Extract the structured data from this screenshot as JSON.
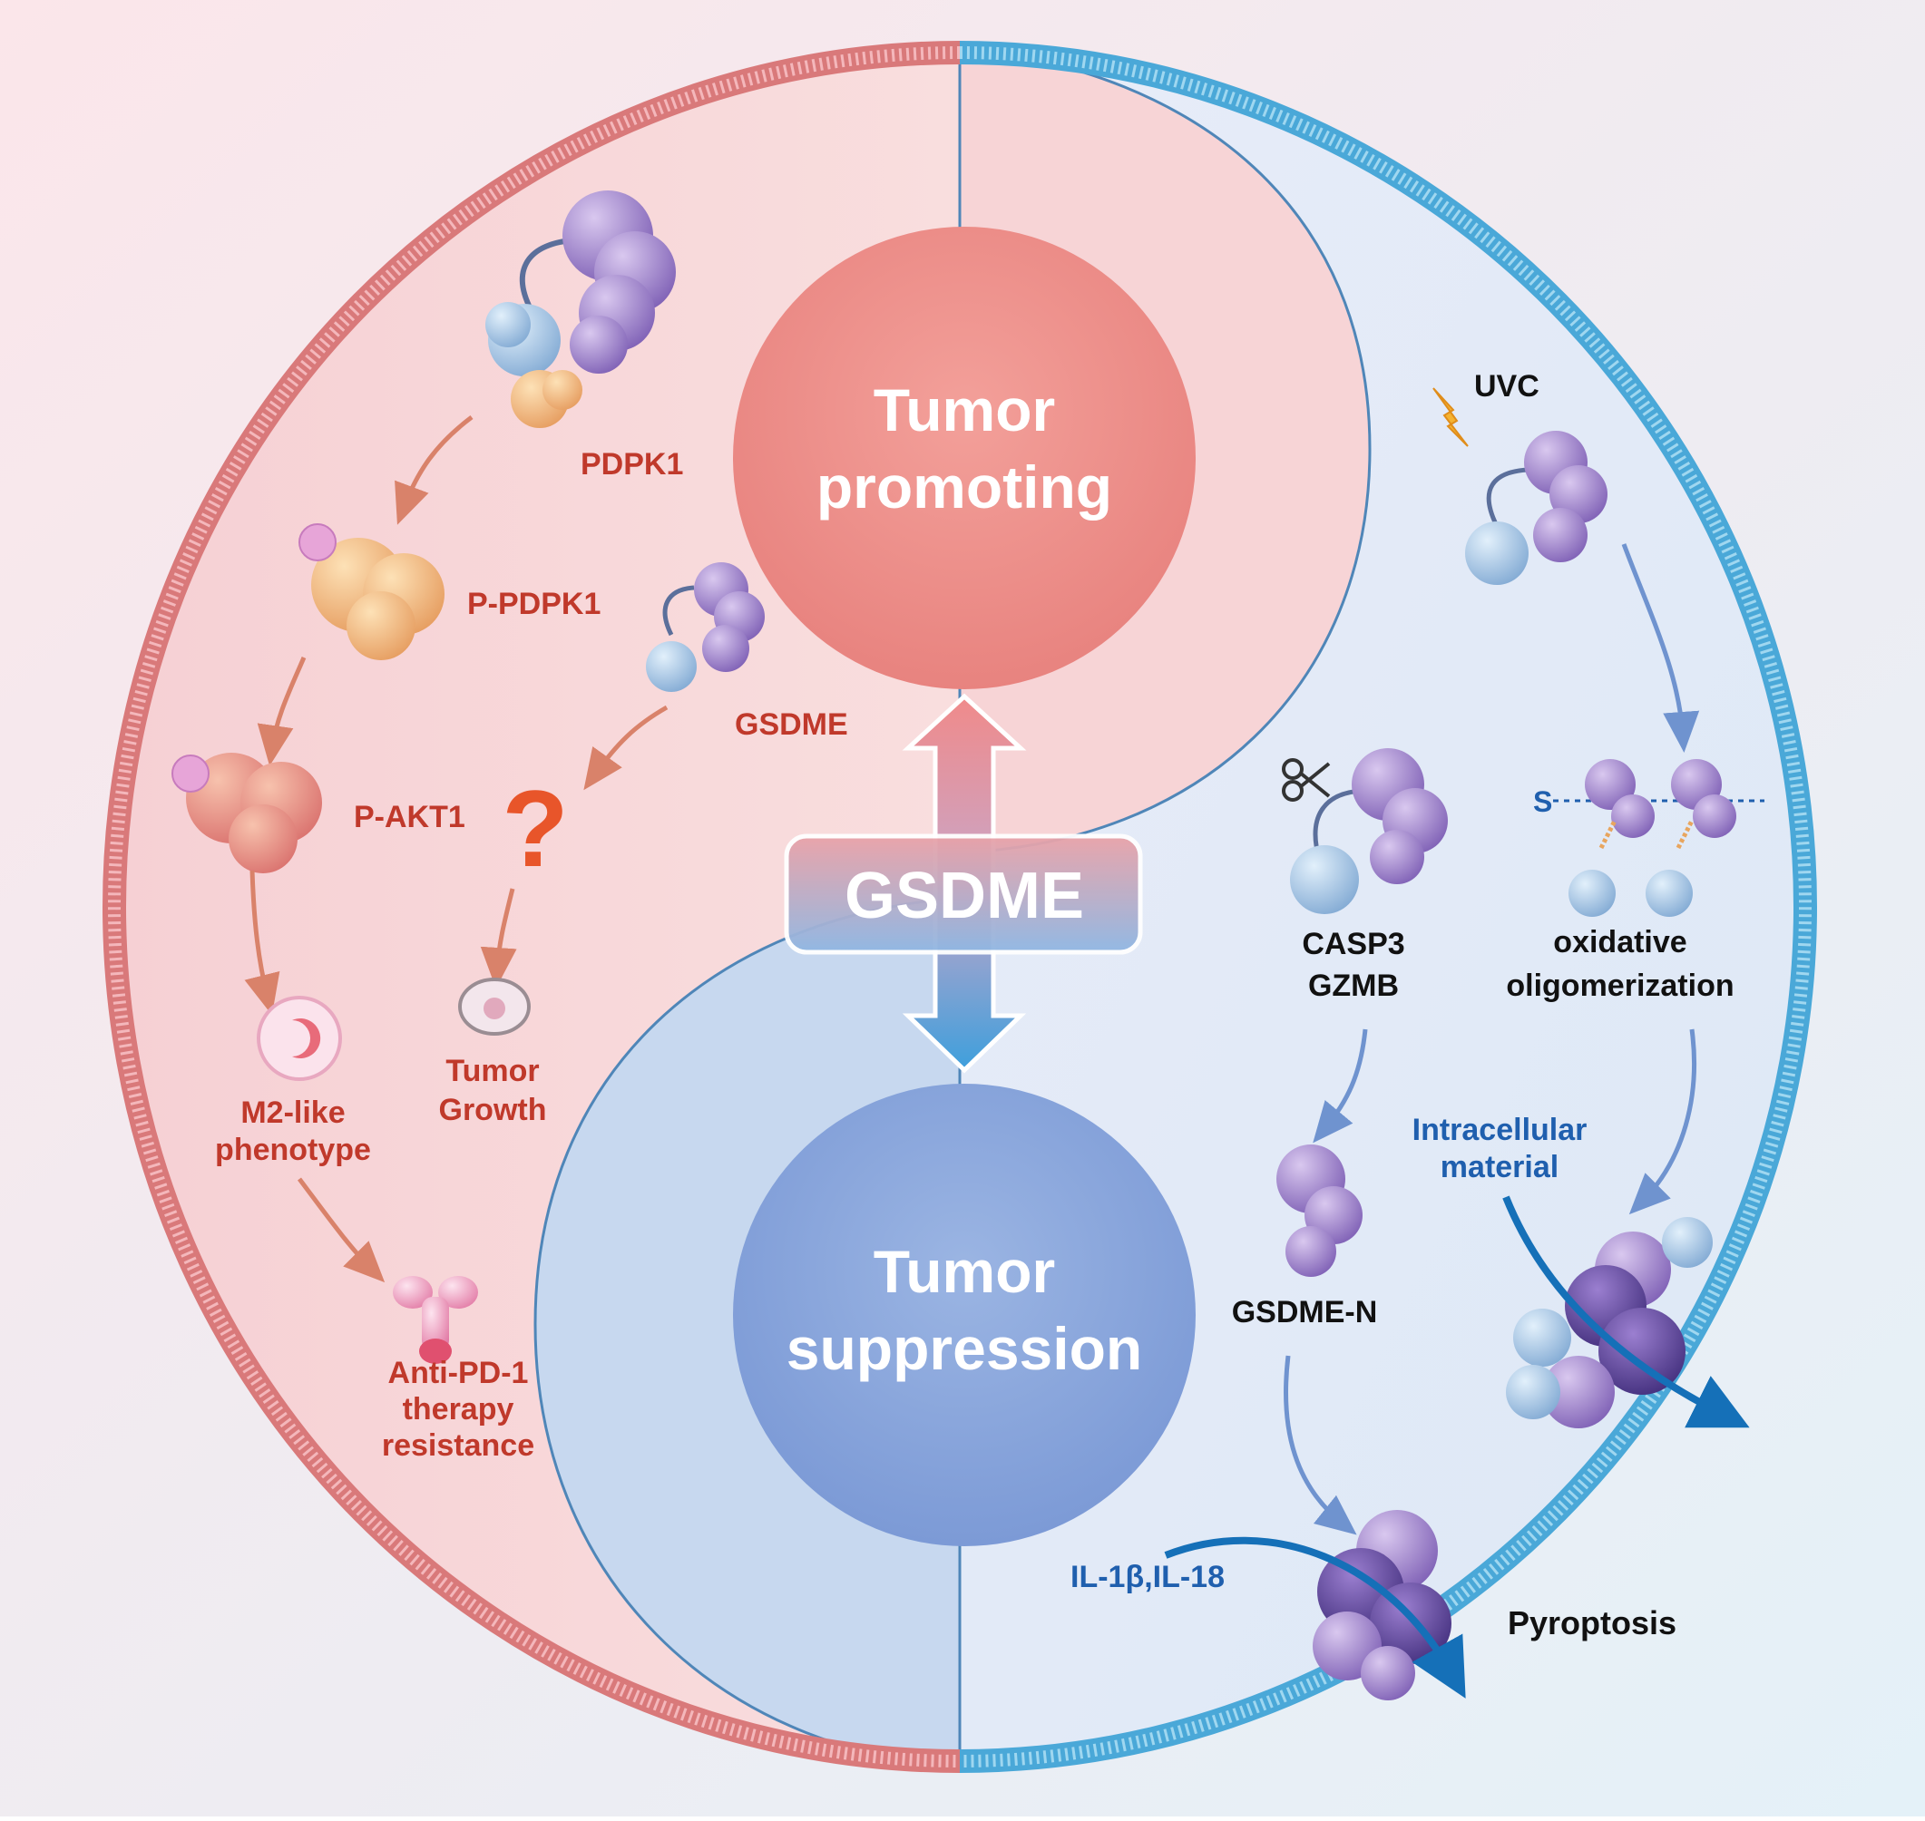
{
  "center": {
    "hub_label": "GSDME",
    "top_circle": {
      "line1": "Tumor",
      "line2": "promoting"
    },
    "bottom_circle": {
      "line1": "Tumor",
      "line2": "suppression"
    }
  },
  "promoting": {
    "pdpk1": "PDPK1",
    "p_pdpk1": "P-PDPK1",
    "p_akt1": "P-AKT1",
    "gsdme": "GSDME",
    "question": "?",
    "growth": {
      "line1": "Tumor",
      "line2": "Growth"
    },
    "m2": {
      "line1": "M2-like",
      "line2": "phenotype"
    },
    "pd1": {
      "line1": "Anti-PD-1",
      "line2": "therapy",
      "line3": "resistance"
    }
  },
  "suppression": {
    "uvc": "UVC",
    "s_label": "S",
    "caspase": {
      "line1": "CASP3",
      "line2": "GZMB"
    },
    "oxidative": {
      "line1": "oxidative",
      "line2": "oligomerization"
    },
    "gsdme_n": "GSDME-N",
    "intracellular": {
      "line1": "Intracellular",
      "line2": "material"
    },
    "cytokines": "IL-1β,IL-18",
    "pyroptosis": "Pyroptosis"
  },
  "colors": {
    "promoting_text": "#c0392b",
    "suppression_text": "#1f5fae",
    "black_text": "#111111",
    "membrane_red": "#d9797a",
    "membrane_blue": "#4aa8d8"
  }
}
